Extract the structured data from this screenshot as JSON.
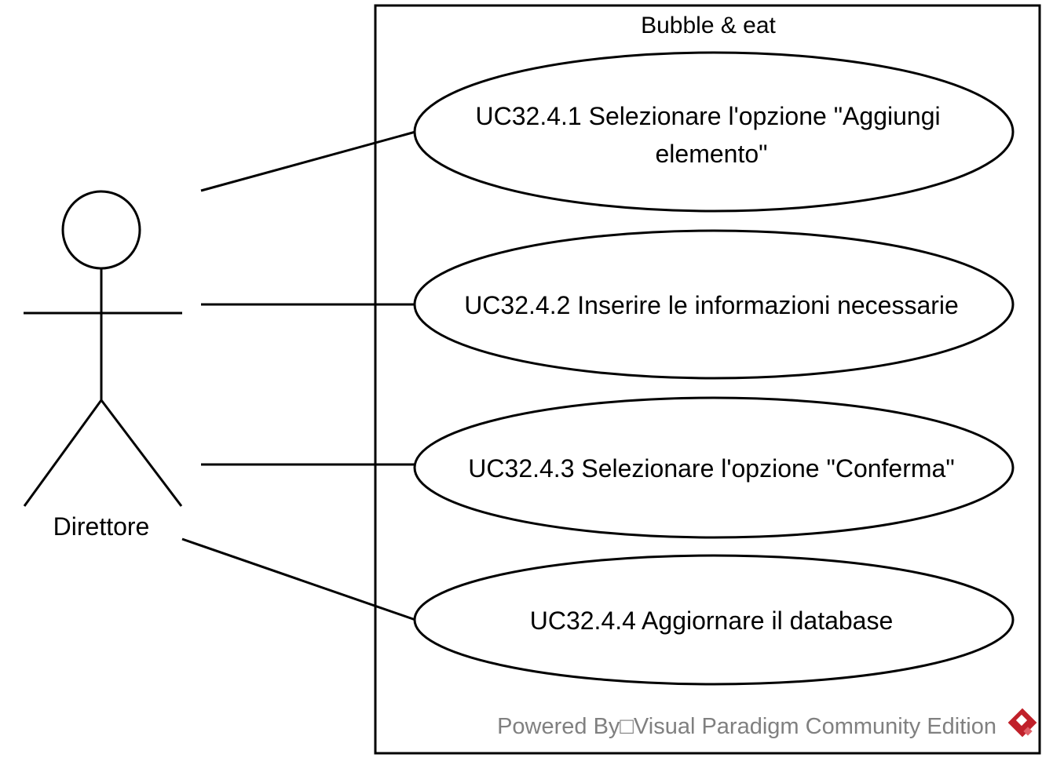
{
  "system": {
    "title": "Bubble & eat"
  },
  "actor": {
    "name": "Direttore"
  },
  "use_cases": [
    {
      "lines": [
        "UC32.4.1 Selezionare l'opzione \"Aggiungi",
        "elemento\""
      ]
    },
    {
      "lines": [
        "UC32.4.2 Inserire le informazioni necessarie"
      ]
    },
    {
      "lines": [
        "UC32.4.3 Selezionare l'opzione \"Conferma\""
      ]
    },
    {
      "lines": [
        "UC32.4.4 Aggiornare il database"
      ]
    }
  ],
  "watermark": {
    "text": "Powered By□Visual Paradigm Community Edition",
    "color": "#808080",
    "logo_color": "#c0202a"
  },
  "colors": {
    "stroke": "#000000",
    "background": "#ffffff"
  }
}
